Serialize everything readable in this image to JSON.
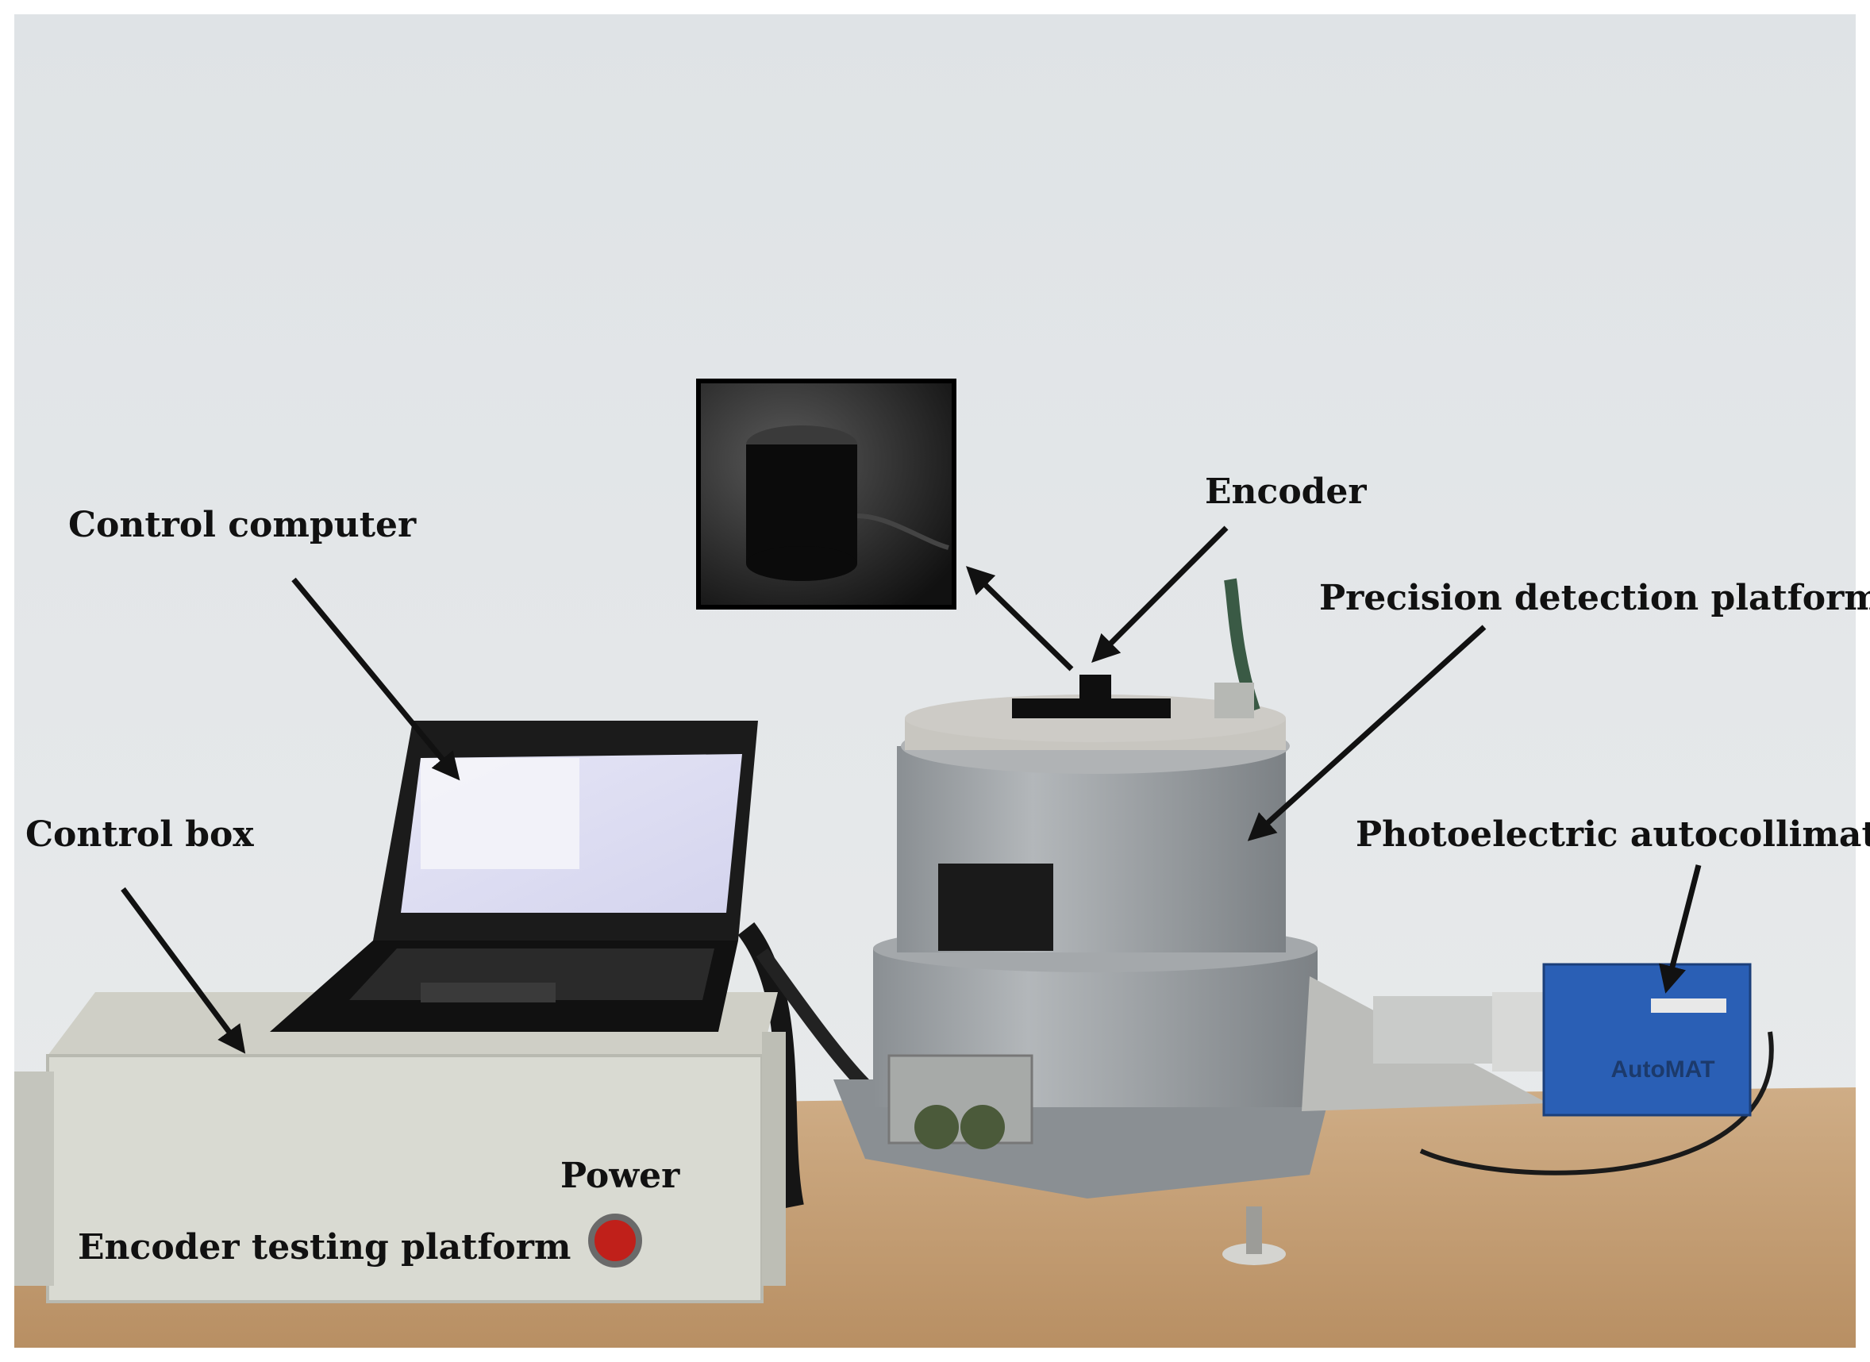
{
  "labels": {
    "control_computer": "Control computer",
    "control_box": "Control box",
    "encoder": "Encoder",
    "precision_detection_platform": "Precision detection platform",
    "photoelectric_autocollimator": "Photoelectric autocollimator",
    "power": "Power",
    "encoder_testing_platform": "Encoder testing platform",
    "automat_brand": "AutoMAT"
  },
  "colors": {
    "wall": "#e4e7ea",
    "table": "#c9a47c",
    "platform_gray": "#9a9fa3",
    "box_face": "#d9dad2",
    "autocollimator_blue": "#2a5fb5",
    "power_button": "#c0201a",
    "arrow": "#111111"
  }
}
